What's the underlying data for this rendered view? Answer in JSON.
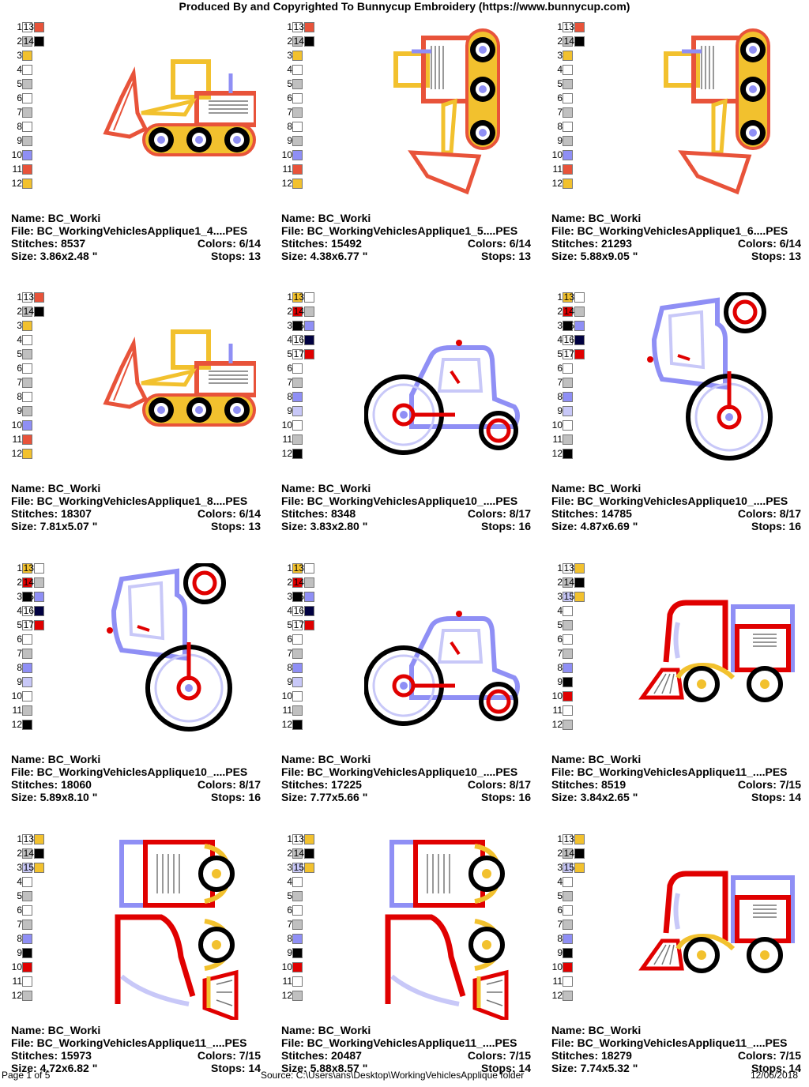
{
  "header": "Produced By and Copyrighted To Bunnycup Embroidery (https://www.bunnycup.com)",
  "footer": {
    "page": "Page 1 of 5",
    "source": "Source: C:\\Users\\ans\\Desktop\\WorkingVehiclesApplique folder",
    "date": "12/06/2018"
  },
  "designs": [
    {
      "name": "Name: BC_Worki",
      "file": "File: BC_WorkingVehiclesApplique1_4....PES",
      "stitches": "Stitches: 8537",
      "colors": "Colors: 6/14",
      "size": "Size: 3.86x2.48 \"",
      "stops": "Stops: 13",
      "art": "bulldozer",
      "palette": [
        "#ffffff",
        "#c0c0c0",
        "#f2c12e",
        "#ffffff",
        "#c0c0c0",
        "#ffffff",
        "#c0c0c0",
        "#ffffff",
        "#c0c0c0",
        "#8f8ff5",
        "#e8533a",
        "#f2c12e",
        "#e8533a",
        "#000000"
      ]
    },
    {
      "name": "Name: BC_Worki",
      "file": "File: BC_WorkingVehiclesApplique1_5....PES",
      "stitches": "Stitches: 15492",
      "colors": "Colors: 6/14",
      "size": "Size: 4.38x6.77 \"",
      "stops": "Stops: 13",
      "art": "bulldozer-tall",
      "palette": [
        "#ffffff",
        "#c0c0c0",
        "#f2c12e",
        "#ffffff",
        "#c0c0c0",
        "#ffffff",
        "#c0c0c0",
        "#ffffff",
        "#c0c0c0",
        "#8f8ff5",
        "#e8533a",
        "#f2c12e",
        "#e8533a",
        "#000000"
      ]
    },
    {
      "name": "Name: BC_Worki",
      "file": "File: BC_WorkingVehiclesApplique1_6....PES",
      "stitches": "Stitches: 21293",
      "colors": "Colors: 6/14",
      "size": "Size: 5.88x9.05 \"",
      "stops": "Stops: 13",
      "art": "bulldozer-tall",
      "palette": [
        "#ffffff",
        "#c0c0c0",
        "#f2c12e",
        "#ffffff",
        "#c0c0c0",
        "#ffffff",
        "#c0c0c0",
        "#ffffff",
        "#c0c0c0",
        "#8f8ff5",
        "#e8533a",
        "#f2c12e",
        "#e8533a",
        "#000000"
      ]
    },
    {
      "name": "Name: BC_Worki",
      "file": "File: BC_WorkingVehiclesApplique1_8....PES",
      "stitches": "Stitches: 18307",
      "colors": "Colors: 6/14",
      "size": "Size: 7.81x5.07 \"",
      "stops": "Stops: 13",
      "art": "bulldozer",
      "palette": [
        "#ffffff",
        "#c0c0c0",
        "#f2c12e",
        "#ffffff",
        "#c0c0c0",
        "#ffffff",
        "#c0c0c0",
        "#ffffff",
        "#c0c0c0",
        "#8f8ff5",
        "#e8533a",
        "#f2c12e",
        "#e8533a",
        "#000000"
      ]
    },
    {
      "name": "Name: BC_Worki",
      "file": "File: BC_WorkingVehiclesApplique10_....PES",
      "stitches": "Stitches: 8348",
      "colors": "Colors: 8/17",
      "size": "Size: 3.83x2.80 \"",
      "stops": "Stops: 16",
      "art": "roller",
      "palette": [
        "#f2c12e",
        "#e00000",
        "#000000",
        "#ffffff",
        "#ffffff",
        "#ffffff",
        "#c0c0c0",
        "#8f8ff5",
        "#c8c8f8",
        "#ffffff",
        "#c0c0c0",
        "#000000",
        "#ffffff",
        "#c0c0c0",
        "#8f8ff5",
        "#000040",
        "#e00000"
      ]
    },
    {
      "name": "Name: BC_Worki",
      "file": "File: BC_WorkingVehiclesApplique10_....PES",
      "stitches": "Stitches: 14785",
      "colors": "Colors: 8/17",
      "size": "Size: 4.87x6.69 \"",
      "stops": "Stops: 16",
      "art": "roller-tall",
      "palette": [
        "#f2c12e",
        "#e00000",
        "#000000",
        "#ffffff",
        "#ffffff",
        "#ffffff",
        "#c0c0c0",
        "#8f8ff5",
        "#c8c8f8",
        "#ffffff",
        "#c0c0c0",
        "#000000",
        "#ffffff",
        "#c0c0c0",
        "#8f8ff5",
        "#000040",
        "#e00000"
      ]
    },
    {
      "name": "Name: BC_Worki",
      "file": "File: BC_WorkingVehiclesApplique10_....PES",
      "stitches": "Stitches: 18060",
      "colors": "Colors: 8/17",
      "size": "Size: 5.89x8.10 \"",
      "stops": "Stops: 16",
      "art": "roller-tall",
      "palette": [
        "#f2c12e",
        "#e00000",
        "#000000",
        "#ffffff",
        "#ffffff",
        "#ffffff",
        "#c0c0c0",
        "#8f8ff5",
        "#c8c8f8",
        "#ffffff",
        "#c0c0c0",
        "#000000",
        "#ffffff",
        "#c0c0c0",
        "#8f8ff5",
        "#000040",
        "#e00000"
      ]
    },
    {
      "name": "Name: BC_Worki",
      "file": "File: BC_WorkingVehiclesApplique10_....PES",
      "stitches": "Stitches: 17225",
      "colors": "Colors: 8/17",
      "size": "Size: 7.77x5.66 \"",
      "stops": "Stops: 16",
      "art": "roller",
      "palette": [
        "#f2c12e",
        "#e00000",
        "#000000",
        "#ffffff",
        "#ffffff",
        "#ffffff",
        "#c0c0c0",
        "#8f8ff5",
        "#c8c8f8",
        "#ffffff",
        "#c0c0c0",
        "#000000",
        "#ffffff",
        "#c0c0c0",
        "#8f8ff5",
        "#000040",
        "#e00000"
      ]
    },
    {
      "name": "Name: BC_Worki",
      "file": "File: BC_WorkingVehiclesApplique11_....PES",
      "stitches": "Stitches: 8519",
      "colors": "Colors: 7/15",
      "size": "Size: 3.84x2.65 \"",
      "stops": "Stops: 14",
      "art": "sweeper",
      "palette": [
        "#ffffff",
        "#c0c0c0",
        "#c8c8f8",
        "#ffffff",
        "#c0c0c0",
        "#ffffff",
        "#c0c0c0",
        "#8f8ff5",
        "#000000",
        "#e00000",
        "#ffffff",
        "#c0c0c0",
        "#f2c12e",
        "#000000",
        "#f2c12e"
      ]
    },
    {
      "name": "Name: BC_Worki",
      "file": "File: BC_WorkingVehiclesApplique11_....PES",
      "stitches": "Stitches: 15973",
      "colors": "Colors: 7/15",
      "size": "Size: 4.72x6.82 \"",
      "stops": "Stops: 14",
      "art": "sweeper-tall",
      "palette": [
        "#ffffff",
        "#c0c0c0",
        "#c8c8f8",
        "#ffffff",
        "#c0c0c0",
        "#ffffff",
        "#c0c0c0",
        "#8f8ff5",
        "#000000",
        "#e00000",
        "#ffffff",
        "#c0c0c0",
        "#f2c12e",
        "#000000",
        "#f2c12e"
      ]
    },
    {
      "name": "Name: BC_Worki",
      "file": "File: BC_WorkingVehiclesApplique11_....PES",
      "stitches": "Stitches: 20487",
      "colors": "Colors: 7/15",
      "size": "Size: 5.88x8.57 \"",
      "stops": "Stops: 14",
      "art": "sweeper-tall",
      "palette": [
        "#ffffff",
        "#c0c0c0",
        "#c8c8f8",
        "#ffffff",
        "#c0c0c0",
        "#ffffff",
        "#c0c0c0",
        "#8f8ff5",
        "#000000",
        "#e00000",
        "#ffffff",
        "#c0c0c0",
        "#f2c12e",
        "#000000",
        "#f2c12e"
      ]
    },
    {
      "name": "Name: BC_Worki",
      "file": "File: BC_WorkingVehiclesApplique11_....PES",
      "stitches": "Stitches: 18279",
      "colors": "Colors: 7/15",
      "size": "Size: 7.74x5.32 \"",
      "stops": "Stops: 14",
      "art": "sweeper",
      "palette": [
        "#ffffff",
        "#c0c0c0",
        "#c8c8f8",
        "#ffffff",
        "#c0c0c0",
        "#ffffff",
        "#c0c0c0",
        "#8f8ff5",
        "#000000",
        "#e00000",
        "#ffffff",
        "#c0c0c0",
        "#f2c12e",
        "#000000",
        "#f2c12e"
      ]
    }
  ]
}
